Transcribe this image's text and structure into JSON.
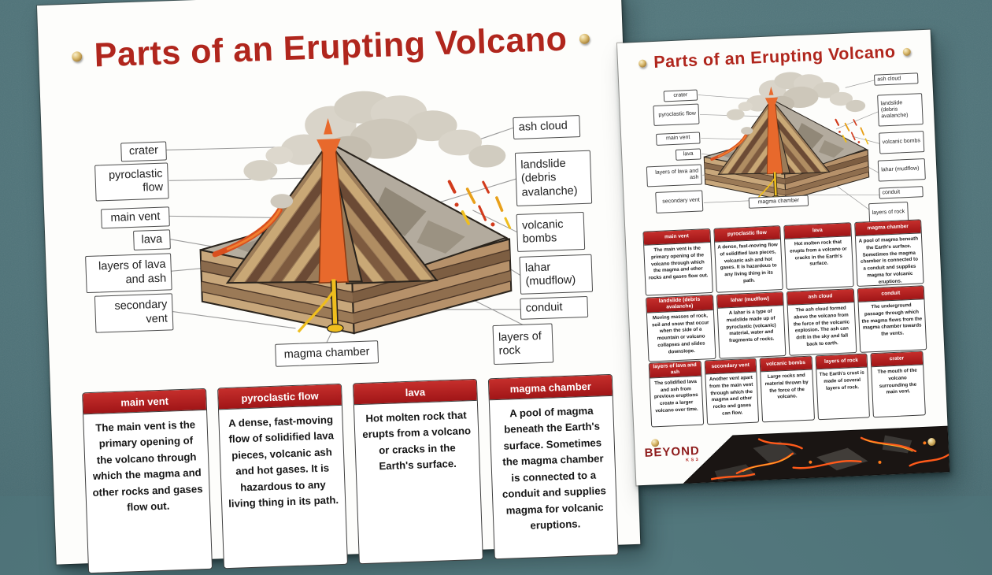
{
  "page": {
    "title": "Parts of an Erupting Volcano"
  },
  "labels": {
    "crater": "crater",
    "pyroclastic_flow": "pyroclastic flow",
    "main_vent": "main vent",
    "lava": "lava",
    "layers_lava_ash": "layers of lava and ash",
    "secondary_vent": "secondary vent",
    "ash_cloud": "ash cloud",
    "landslide": "landslide (debris avalanche)",
    "volcanic_bombs": "volcanic bombs",
    "lahar": "lahar (mudflow)",
    "conduit": "conduit",
    "layers_rock": "layers of rock",
    "magma_chamber": "magma chamber"
  },
  "definitions": [
    {
      "term": "main vent",
      "text": "The main vent is the primary opening of the volcano through which the magma and other rocks and gases flow out."
    },
    {
      "term": "pyroclastic flow",
      "text": "A dense, fast-moving flow of solidified lava pieces, volcanic ash and hot gases. It is hazardous to any living thing in its path."
    },
    {
      "term": "lava",
      "text": "Hot molten rock that erupts from a volcano or cracks in the Earth's surface."
    },
    {
      "term": "magma chamber",
      "text": "A pool of magma beneath the Earth's surface. Sometimes the magma chamber is connected to a conduit and supplies magma for volcanic eruptions."
    },
    {
      "term": "landslide (debris avalanche)",
      "text": "Moving masses of rock, soil and snow that occur when the side of a mountain or volcano collapses and slides downslope."
    },
    {
      "term": "lahar (mudflow)",
      "text": "A lahar is a type of mudslide made up of pyroclastic (volcanic) material, water and fragments of rocks."
    },
    {
      "term": "ash cloud",
      "text": "The ash cloud formed above the volcano from the force of the volcanic explosion. The ash can drift in the sky and fall back to earth."
    },
    {
      "term": "conduit",
      "text": "The underground passage through which the magma flows from the magma chamber towards the vents."
    },
    {
      "term": "layers of lava and ash",
      "text": "The solidified lava and ash from previous eruptions create a larger volcano over time."
    },
    {
      "term": "secondary vent",
      "text": "Another vent apart from the main vent through which the magma and other rocks and gases can flow."
    },
    {
      "term": "volcanic bombs",
      "text": "Large rocks and material thrown by the force of the volcano."
    },
    {
      "term": "layers of rock",
      "text": "The Earth's crust is made of several layers of rock."
    },
    {
      "term": "crater",
      "text": "The mouth of the volcano surrounding the main vent."
    }
  ],
  "footer": {
    "logo": "BEYOND",
    "logo_sub": "KS3"
  },
  "colors": {
    "title_red": "#b0261d",
    "card_header_red": "#a01517",
    "background_teal": "#4d7177",
    "lava_orange": "#ff5a1a"
  }
}
